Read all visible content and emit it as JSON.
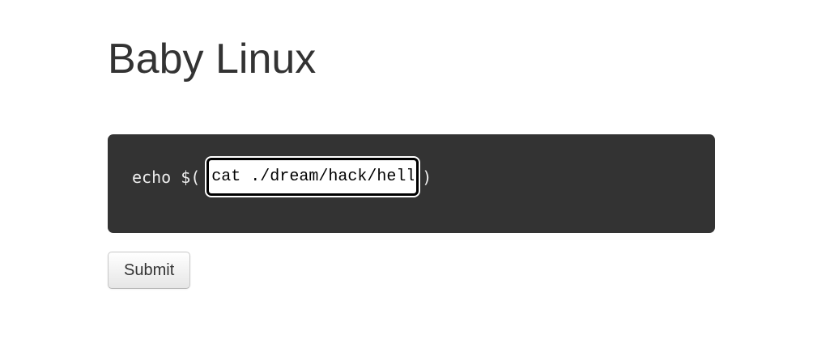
{
  "page": {
    "title": "Baby Linux"
  },
  "command": {
    "prefix": "echo $(",
    "input_value": "cat ./dream/hack/hell",
    "suffix": ")"
  },
  "actions": {
    "submit_label": "Submit"
  },
  "colors": {
    "page_bg": "#ffffff",
    "heading_text": "#333333",
    "panel_bg": "#333333",
    "panel_text": "#eeeeee",
    "input_bg": "#ffffff",
    "input_text": "#000000",
    "input_border": "#000000",
    "input_focus_ring": "#ffffff",
    "button_bg_top": "#ffffff",
    "button_bg_bottom": "#e6e6e6",
    "button_border": "#c8c8c8",
    "button_text": "#333333"
  }
}
